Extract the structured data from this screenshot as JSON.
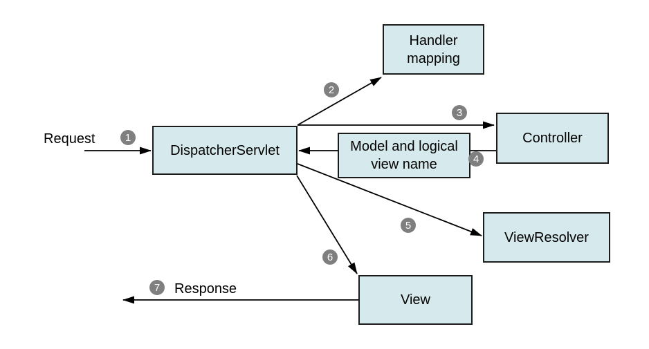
{
  "labels": {
    "request": "Request",
    "response": "Response"
  },
  "nodes": {
    "dispatcher_servlet": {
      "label": "DispatcherServlet"
    },
    "handler_mapping": {
      "label": "Handler\nmapping"
    },
    "controller": {
      "label": "Controller"
    },
    "model_and_logical_view_name": {
      "label": "Model and logical\nview name"
    },
    "view_resolver": {
      "label": "ViewResolver"
    },
    "view": {
      "label": "View"
    }
  },
  "steps": {
    "s1": "1",
    "s2": "2",
    "s3": "3",
    "s4": "4",
    "s5": "5",
    "s6": "6",
    "s7": "7"
  },
  "colors": {
    "node_fill": "#d6e9ec",
    "node_border": "#1c1c1c",
    "badge_fill": "#7f7f7f",
    "badge_text": "#ffffff",
    "arrow": "#000000",
    "background": "#ffffff"
  }
}
